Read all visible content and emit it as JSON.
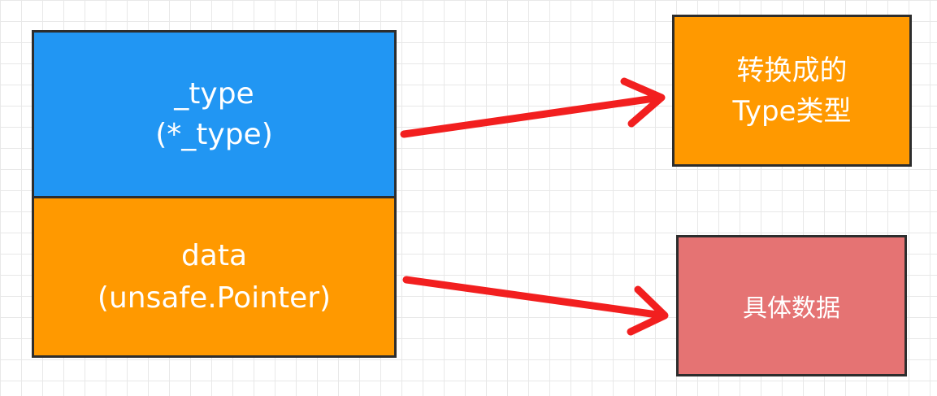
{
  "struct": {
    "type_field": {
      "name": "_type",
      "type": "(*_type)",
      "color": "#2196f3"
    },
    "data_field": {
      "name": "data",
      "type": "(unsafe.Pointer)",
      "color": "#ff9900"
    }
  },
  "targets": {
    "type_target": {
      "line1": "转换成的",
      "line2": "Type类型",
      "color": "#ff9900"
    },
    "data_target": {
      "label": "具体数据",
      "color": "#e57373"
    }
  },
  "arrow_color": "#f21f1f"
}
